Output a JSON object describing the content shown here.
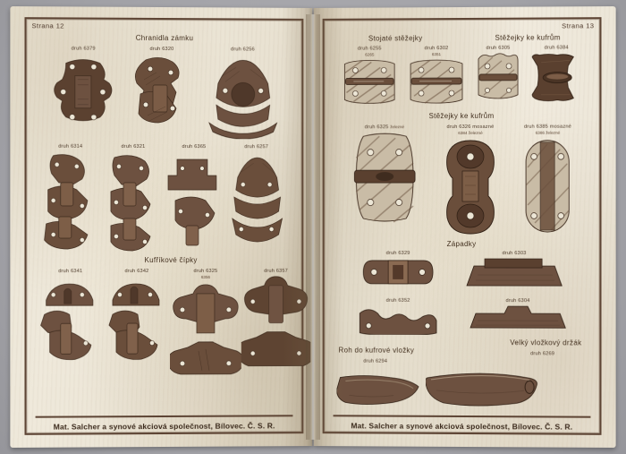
{
  "document": {
    "kind": "scanned-catalog-spread",
    "backdrop_color": "#a9a9ae",
    "paper_color": "#ebe5d6",
    "ink_color": "#5d4434"
  },
  "left_page": {
    "page_label": "Strana 12",
    "footer": "Mat. Salcher a synové akciová společnost, Bílovec. Č. S. R.",
    "sections": [
      {
        "title": "Chranidla zámku",
        "rows": [
          {
            "items": [
              {
                "code": "druh 6379",
                "sub": ""
              },
              {
                "code": "druh 6320",
                "sub": ""
              },
              {
                "code": "druh 6256",
                "sub": ""
              }
            ]
          }
        ]
      },
      {
        "title": "",
        "rows": [
          {
            "items": [
              {
                "code": "druh 6314",
                "sub": ""
              },
              {
                "code": "druh 6321",
                "sub": ""
              },
              {
                "code": "druh 6365",
                "sub": ""
              },
              {
                "code": "druh 6257",
                "sub": ""
              }
            ]
          }
        ]
      },
      {
        "title": "Kufříkové čípky",
        "rows": [
          {
            "items": [
              {
                "code": "druh 6341",
                "sub": ""
              },
              {
                "code": "druh 6342",
                "sub": ""
              },
              {
                "code": "druh 6325",
                "sub": "6356"
              },
              {
                "code": "druh 6357",
                "sub": ""
              }
            ]
          }
        ]
      }
    ]
  },
  "right_page": {
    "page_label": "Strana 13",
    "footer": "Mat. Salcher a synové akciová společnost, Bílovec. Č. S. R.",
    "sections": [
      {
        "title": "Stojaté stěžejky",
        "title2": "Stěžejky ke kufrům",
        "rows": [
          {
            "items": [
              {
                "code": "druh 6255",
                "sub": "6265"
              },
              {
                "code": "druh 6302",
                "sub": "6351"
              },
              {
                "code": "druh 6305",
                "sub": ""
              },
              {
                "code": "druh 6384",
                "sub": ""
              }
            ]
          }
        ]
      },
      {
        "title": "Stěžejky ke kufrům",
        "rows": [
          {
            "items": [
              {
                "code": "druh 6325",
                "sub": "železné"
              },
              {
                "code": "druh 6326 mosazné",
                "sub": "6384 železné"
              },
              {
                "code": "druh 6385 mosazné",
                "sub": "6386 železné"
              }
            ]
          }
        ]
      },
      {
        "title": "Západky",
        "rows": [
          {
            "items": [
              {
                "code": "druh 6329",
                "sub": ""
              },
              {
                "code": "druh 6303",
                "sub": ""
              }
            ]
          },
          {
            "items": [
              {
                "code": "druh 6352",
                "sub": ""
              },
              {
                "code": "druh 6304",
                "sub": ""
              }
            ]
          }
        ]
      },
      {
        "title": "Velký vložkový držák",
        "code": "druh 6269"
      },
      {
        "title": "Roh do kufrové vložky",
        "code": "druh 6294"
      }
    ]
  }
}
